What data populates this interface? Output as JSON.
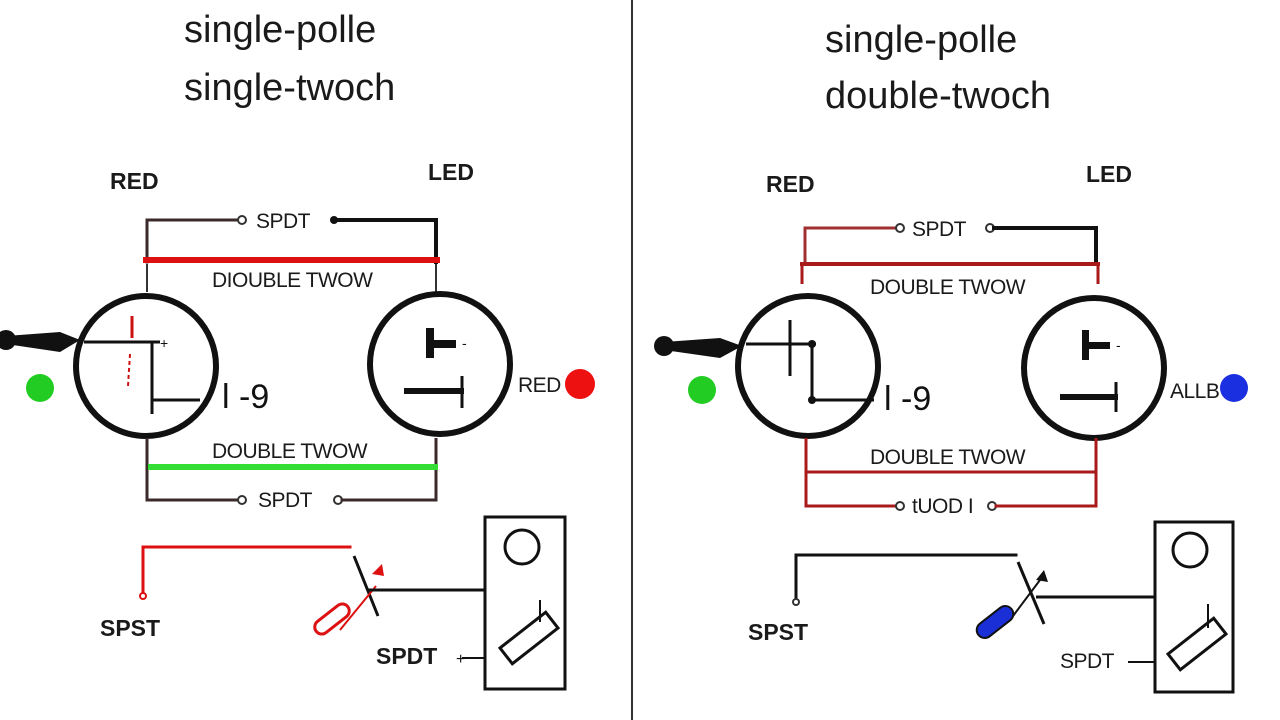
{
  "left_panel": {
    "title_line1": "single-polle",
    "title_line2": "single-twoch",
    "label_red": "RED",
    "label_led": "LED",
    "label_spdt_top": "SPDT",
    "label_double_throw_top": "DIOUBLE TWOW",
    "label_coil": "Ɩ ‑9",
    "label_indicator": "RED",
    "label_double_throw_bottom": "DOUBLE TWOW",
    "label_spdt_bottom": "SPDT",
    "label_spst": "SPST",
    "label_spdt_switch": "SPDT",
    "colors": {
      "status_dot": "#22cc22",
      "indicator_dot": "#ee1111",
      "bottom_wire": "#33dd33",
      "top_wire": "#dd1111"
    }
  },
  "right_panel": {
    "title_line1": "single-polle",
    "title_line2": "double-twoch",
    "label_red": "RED",
    "label_led": "LED",
    "label_spdt_top": "SPDT",
    "label_double_throw_top": "DOUBLE TWOW",
    "label_coil": "Ɩ ‑9",
    "label_indicator": "ALLB",
    "label_double_throw_bottom": "DOUBLE TWOW",
    "label_bottom_loop": "tUOD I",
    "label_spst": "SPST",
    "label_spdt_switch": "SPDT",
    "colors": {
      "status_dot": "#22cc22",
      "indicator_dot": "#1a2fe0",
      "handle": "#1a2fd6",
      "wire": "#aa1a1a"
    }
  }
}
